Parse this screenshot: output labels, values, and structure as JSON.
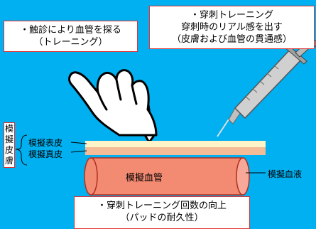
{
  "palpation": {
    "line1": "・触診により血管を探る",
    "line2": "（トレーニング）"
  },
  "puncture": {
    "line1": "・穿刺トレーニング",
    "line2": "穿刺時のリアル感を出す",
    "line3": "（皮膚および血管の貫通感）"
  },
  "durability": {
    "line1": "・穿刺トレーニング回数の向上",
    "line2": "（パッドの耐久性）"
  },
  "skin": {
    "group_label": [
      "模",
      "擬",
      "皮",
      "膚"
    ],
    "epidermis": "模擬表皮",
    "dermis": "模擬真皮"
  },
  "vessel_label": "模擬血管",
  "blood_label": "模擬血液",
  "colors": {
    "background": "#00b0f0",
    "box_border": "#e03030",
    "epidermis": "#fff3c8",
    "dermis": "#f4bc96",
    "vessel": "#f38a72",
    "syringe": "#d8d8d8"
  }
}
